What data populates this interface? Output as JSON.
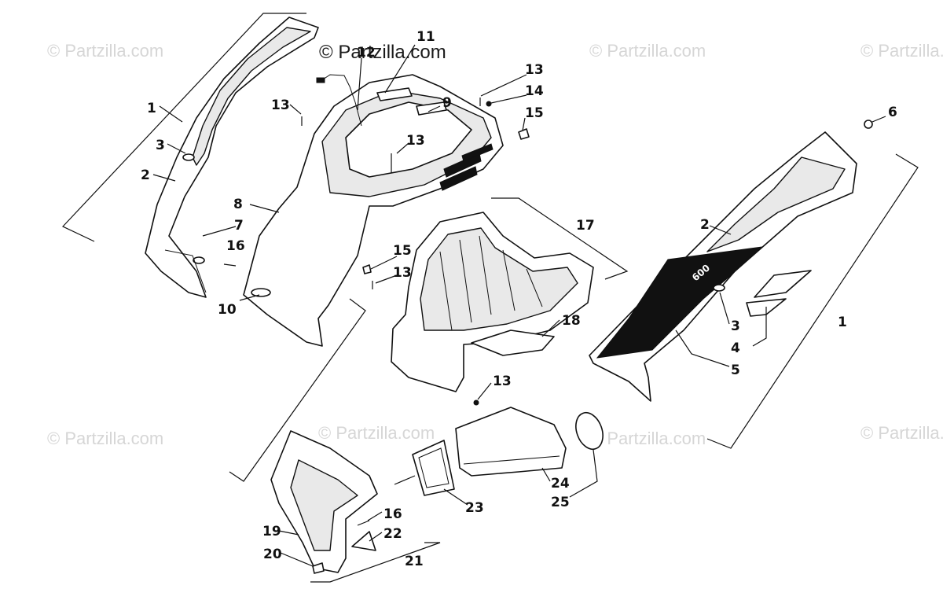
{
  "watermark": {
    "main": "© Partzilla.com",
    "faint": "© Partzilla.com"
  },
  "callouts": {
    "c1_left": "1",
    "c2_left": "2",
    "c3_left": "3",
    "c7": "7",
    "c16_upper": "16",
    "c10": "10",
    "c8": "8",
    "c13_a": "13",
    "c12": "12",
    "c11": "11",
    "c9": "9",
    "c13_b": "13",
    "c13_c": "13",
    "c14": "14",
    "c15_upper": "15",
    "c6": "6",
    "c17": "17",
    "c15_mid": "15",
    "c13_d": "13",
    "c18": "18",
    "c13_e": "13",
    "c2_right": "2",
    "c1_right": "1",
    "c3_right": "3",
    "c4": "4",
    "c5": "5",
    "c24": "24",
    "c25": "25",
    "c23": "23",
    "c16_lower": "16",
    "c19": "19",
    "c22": "22",
    "c20": "20",
    "c21": "21"
  },
  "decal_text": "600"
}
